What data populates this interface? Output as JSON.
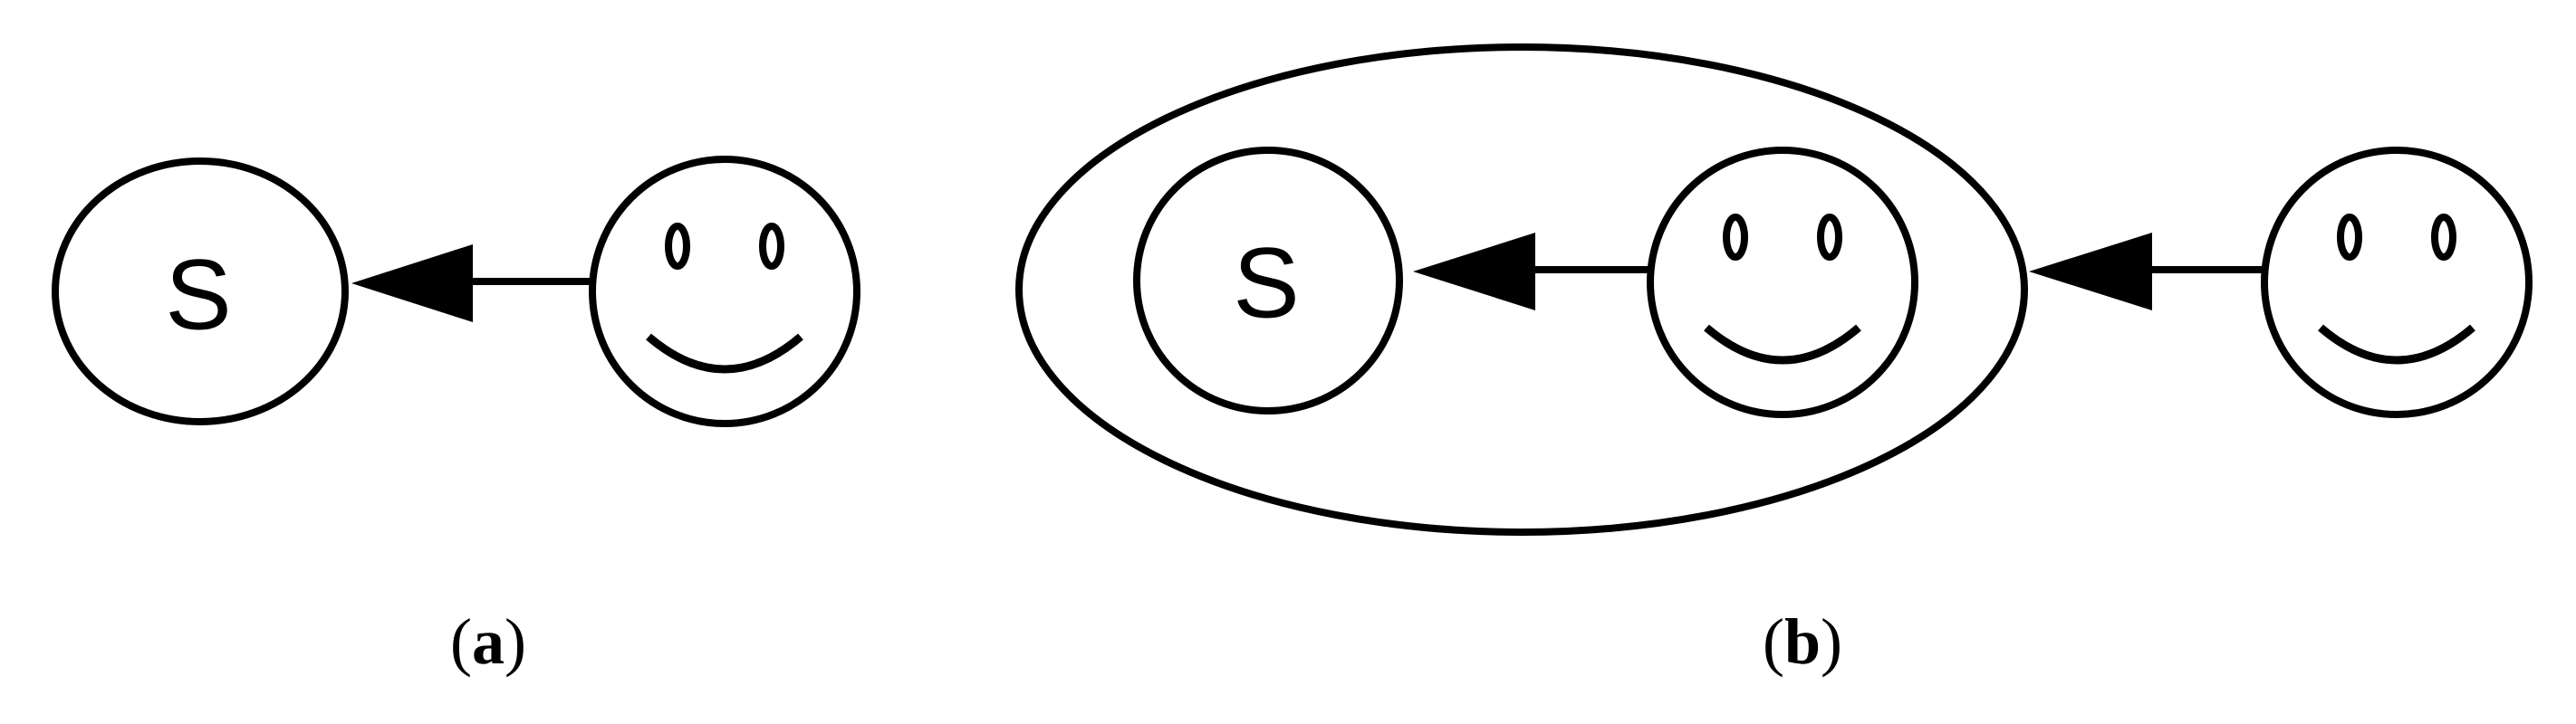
{
  "panels": [
    {
      "caption_open": "(",
      "caption_letter": "a",
      "caption_close": ")",
      "nodes": [
        {
          "kind": "symbol",
          "label": "S"
        },
        {
          "kind": "agent",
          "icon": "smiley-face-icon"
        }
      ],
      "edges": [
        {
          "from": "agent",
          "to": "S",
          "style": "filled-arrow"
        }
      ]
    },
    {
      "caption_open": "(",
      "caption_letter": "b",
      "caption_close": ")",
      "nodes": [
        {
          "kind": "group",
          "contains": [
            "S",
            "agent"
          ]
        },
        {
          "kind": "symbol",
          "label": "S"
        },
        {
          "kind": "agent",
          "icon": "smiley-face-icon"
        },
        {
          "kind": "agent",
          "icon": "smiley-face-icon"
        }
      ],
      "edges": [
        {
          "from": "agent",
          "to": "S",
          "style": "filled-arrow"
        },
        {
          "from": "outer-agent",
          "to": "group",
          "style": "filled-arrow"
        }
      ]
    }
  ],
  "colors": {
    "stroke": "#000000",
    "background": "#ffffff"
  }
}
